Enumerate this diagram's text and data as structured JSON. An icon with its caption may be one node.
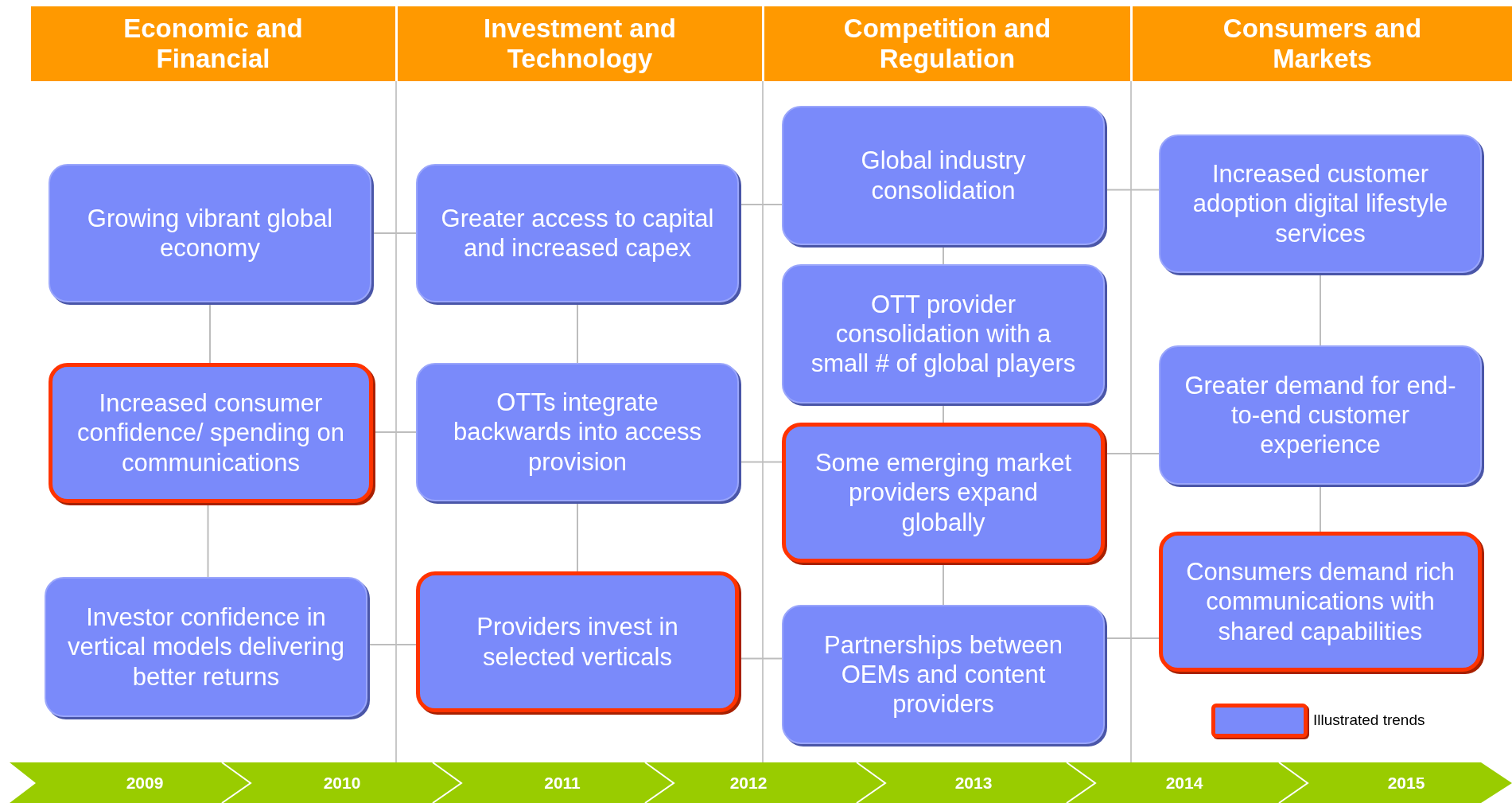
{
  "diagram": {
    "nodes": [
      {
        "text": [
          "Economic and Financial"
        ]
      },
      {
        "text": [
          "Investment and Technology"
        ]
      },
      {
        "text": [
          "Competition and Regulation"
        ]
      },
      {
        "text": [
          "Consumers and Markets"
        ]
      },
      {
        "text": [
          "Growing vibrant global economy"
        ]
      },
      {
        "text": [
          "Increased consumer confidence/ spending on communications"
        ]
      },
      {
        "text": [
          "Investor confidence in vertical models delivering better returns"
        ]
      },
      {
        "text": [
          "Greater access to capital and increased capex"
        ]
      },
      {
        "text": [
          "OTTs integrate backwards into access provision"
        ]
      },
      {
        "text": [
          "Providers invest in selected verticals"
        ]
      },
      {
        "text": [
          "Global industry consolidation"
        ]
      },
      {
        "text": [
          "OTT provider consolidation with a small # of global players"
        ]
      },
      {
        "text": [
          "Some emerging market providers expand globally"
        ]
      },
      {
        "text": [
          "Partnerships between OEMs and content providers"
        ]
      },
      {
        "text": [
          "Increased customer adoption digital lifestyle services"
        ]
      },
      {
        "text": [
          "Greater demand for end-to-end  customer experience"
        ]
      },
      {
        "text": [
          "Consumers demand rich communications with shared capabilities"
        ]
      }
    ],
    "edges": [
      {
        "from": 4,
        "to": 5,
        "arrow": "none"
      },
      {
        "from": 5,
        "to": 6,
        "arrow": "none"
      },
      {
        "from": 7,
        "to": 8,
        "arrow": "none"
      },
      {
        "from": 8,
        "to": 9,
        "arrow": "none"
      },
      {
        "from": 10,
        "to": 11,
        "arrow": "none"
      },
      {
        "from": 11,
        "to": 12,
        "arrow": "none"
      },
      {
        "from": 12,
        "to": 13,
        "arrow": "none"
      },
      {
        "from": 14,
        "to": 15,
        "arrow": "none"
      },
      {
        "from": 15,
        "to": 16,
        "arrow": "none"
      },
      {
        "from": 4,
        "to": 7,
        "arrow": "none"
      },
      {
        "from": 5,
        "to": 8,
        "arrow": "none"
      },
      {
        "from": 6,
        "to": 9,
        "arrow": "none"
      },
      {
        "from": 7,
        "to": 10,
        "arrow": "none"
      },
      {
        "from": 8,
        "to": 12,
        "arrow": "none"
      },
      {
        "from": 9,
        "to": 13,
        "arrow": "none"
      },
      {
        "from": 10,
        "to": 14,
        "arrow": "none"
      },
      {
        "from": 12,
        "to": 15,
        "arrow": "none"
      },
      {
        "from": 13,
        "to": 16,
        "arrow": "none"
      }
    ],
    "labels": [
      "2009",
      "2010",
      "2011",
      "2012",
      "2013",
      "2014",
      "2015"
    ],
    "legend": [
      {
        "text": "Illustrated trends"
      }
    ]
  }
}
